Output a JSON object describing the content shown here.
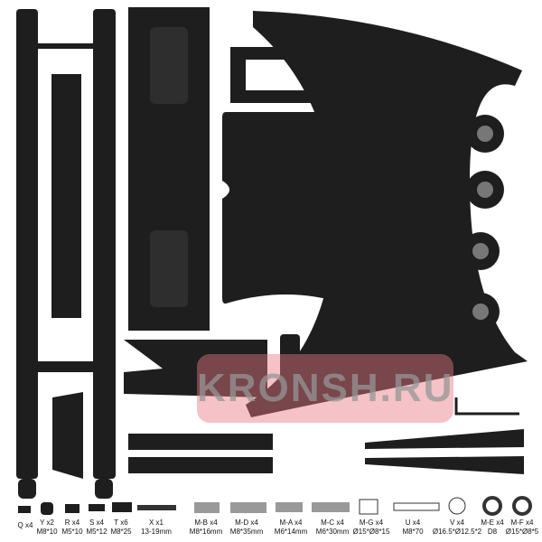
{
  "watermark": "KRONSH.RU",
  "colors": {
    "part": "#1e1e1e",
    "watermark": "#e8a0a8"
  },
  "hardware": [
    {
      "id": "Q",
      "qty": "Q x4",
      "spec": ""
    },
    {
      "id": "Y",
      "qty": "Y x2",
      "spec": "M8*10"
    },
    {
      "id": "R",
      "qty": "R x4",
      "spec": "M5*10"
    },
    {
      "id": "S",
      "qty": "S x4",
      "spec": "M5*12"
    },
    {
      "id": "T",
      "qty": "T x6",
      "spec": "M8*25"
    },
    {
      "id": "X",
      "qty": "X x1",
      "spec": "13-19mm"
    },
    {
      "id": "M-B",
      "qty": "M-B x4",
      "spec": "M8*16mm"
    },
    {
      "id": "M-D",
      "qty": "M-D x4",
      "spec": "M8*35mm"
    },
    {
      "id": "M-A",
      "qty": "M-A x4",
      "spec": "M6*14mm"
    },
    {
      "id": "M-C",
      "qty": "M-C x4",
      "spec": "M6*30mm"
    },
    {
      "id": "M-G",
      "qty": "M-G x4",
      "spec": "Ø15*Ø8*15"
    },
    {
      "id": "U",
      "qty": "U x4",
      "spec": "M8*70"
    },
    {
      "id": "V",
      "qty": "V x4",
      "spec": "Ø16.5*Ø12.5*2"
    },
    {
      "id": "M-E",
      "qty": "M-E x4",
      "spec": "D8"
    },
    {
      "id": "M-F",
      "qty": "M-F x4",
      "spec": "Ø15*Ø8*5"
    }
  ]
}
